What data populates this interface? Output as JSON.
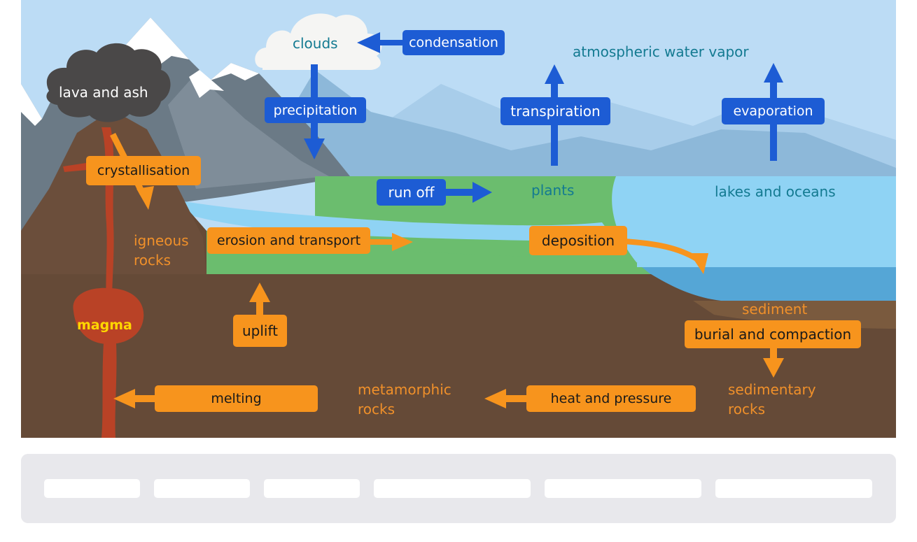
{
  "diagram": {
    "labels": {
      "clouds": "clouds",
      "atmospheric_water_vapor": "atmospheric water vapor",
      "lava_and_ash": "lava and ash",
      "plants": "plants",
      "lakes_and_oceans": "lakes and oceans",
      "igneous_rocks_1": "igneous",
      "igneous_rocks_2": "rocks",
      "magma": "magma",
      "sediment": "sediment",
      "sedimentary_rocks_1": "sedimentary",
      "sedimentary_rocks_2": "rocks",
      "metamorphic_rocks_1": "metamorphic",
      "metamorphic_rocks_2": "rocks"
    },
    "water_processes": {
      "condensation": "condensation",
      "precipitation": "precipitation",
      "transpiration": "transpiration",
      "evaporation": "evaporation",
      "run_off": "run off"
    },
    "rock_processes": {
      "crystallisation": "crystallisation",
      "erosion_and_transport": "erosion and transport",
      "deposition": "deposition",
      "uplift": "uplift",
      "burial_and_compaction": "burial and compaction",
      "melting": "melting",
      "heat_and_pressure": "heat and pressure"
    },
    "colors": {
      "sky": "#bcdcf5",
      "water": "#8fd3f4",
      "ocean_deep": "#55a6d6",
      "grass": "#6bbd6e",
      "earth": "#654a37",
      "magma": "#b94226",
      "blue_box": "#1d5cd4",
      "orange_box": "#f7941d",
      "ash_cloud": "#4a4848"
    }
  },
  "answer_tray": {
    "slot_count": 6
  }
}
